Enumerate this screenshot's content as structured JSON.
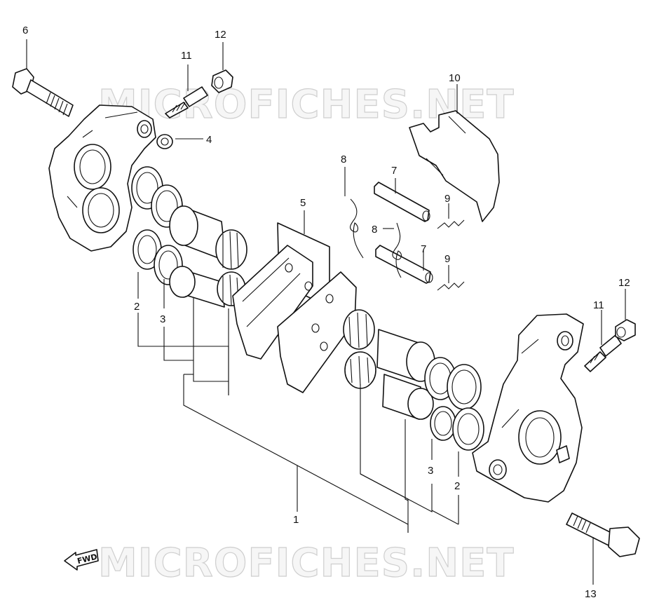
{
  "watermark": {
    "top": "MICROFICHES.NET",
    "bottom": "MICROFICHES.NET"
  },
  "fwd_label": "FWD",
  "callouts": {
    "n1": "1",
    "n2_left": "2",
    "n2_right": "2",
    "n3_left": "3",
    "n3_right": "3",
    "n4": "4",
    "n5": "5",
    "n6": "6",
    "n7_top": "7",
    "n7_bottom": "7",
    "n8_top": "8",
    "n8_bottom": "8",
    "n9_top": "9",
    "n9_bottom": "9",
    "n10": "10",
    "n11_left": "11",
    "n11_right": "11",
    "n12_left": "12",
    "n12_right": "12",
    "n13": "13"
  }
}
